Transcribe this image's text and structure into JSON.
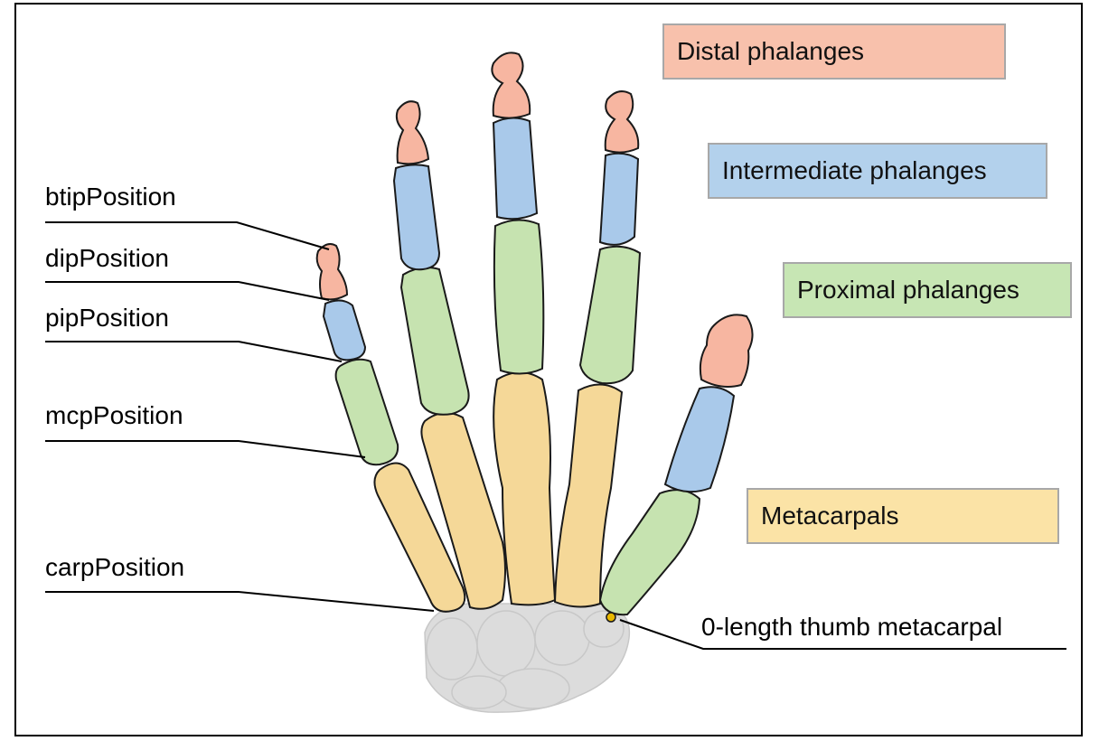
{
  "colors": {
    "distal": "#f7b6a1",
    "intermediate": "#a9c9ea",
    "proximal": "#c6e3b0",
    "metacarpal": "#f5d898",
    "carpal": "#dcdcdc",
    "legend_distal": "#f8c1ac",
    "legend_intermediate": "#b3d1ec",
    "legend_proximal": "#c7e6b4",
    "legend_metacarpal": "#fbe3a6"
  },
  "legend": {
    "distal": "Distal phalanges",
    "intermediate": "Intermediate phalanges",
    "proximal": "Proximal phalanges",
    "metacarpal": "Metacarpals"
  },
  "labels": {
    "btip": "btipPosition",
    "dip": "dipPosition",
    "pip": "pipPosition",
    "mcp": "mcpPosition",
    "carp": "carpPosition",
    "thumb": "0-length thumb metacarpal"
  }
}
